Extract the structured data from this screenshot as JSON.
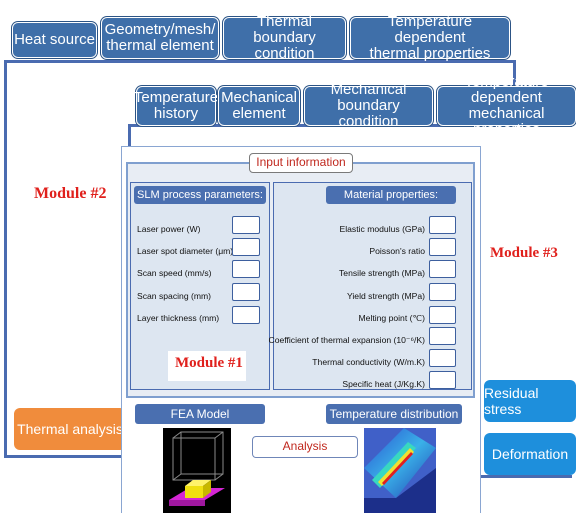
{
  "colors": {
    "tab_blue": "#3f6fa9",
    "frame_blue": "#4a6bb0",
    "thermal_orange": "#f08c3c",
    "output_blue": "#1e8fdc",
    "module_red": "#e0201c",
    "input_title_red": "#c0281e"
  },
  "module2": {
    "label": "Module #2",
    "tabs": [
      "Heat source",
      "Geometry/mesh/\nthermal element",
      "Thermal boundary\ncondition",
      "Temperature dependent\nthermal properties"
    ],
    "analysis_button": "Thermal analysis"
  },
  "module3": {
    "label": "Module #3",
    "tabs": [
      "Temperature\nhistory",
      "Mechanical\nelement",
      "Mechanical boundary\ncondition",
      "Temperature dependent\nmechanical properties"
    ],
    "outputs": [
      "Residual stress",
      "Deformation"
    ]
  },
  "module1": {
    "label": "Module #1",
    "input_title": "Input information",
    "slm": {
      "title": "SLM process parameters:",
      "params": [
        "Laser power (W)",
        "Laser spot diameter (μm)",
        "Scan speed (mm/s)",
        "Scan spacing (mm)",
        "Layer thickness (mm)"
      ]
    },
    "material": {
      "title": "Material properties:",
      "params": [
        "Elastic modulus (GPa)",
        "Poisson's ratio",
        "Tensile strength (MPa)",
        "Yield strength (MPa)",
        "Melting point (℃)",
        "Coefficient of thermal expansion (10⁻⁶/K)",
        "Thermal conductivity (W/m.K)",
        "Specific heat (J/Kg.K)"
      ]
    },
    "fea_model": "FEA Model",
    "temperature_distribution": "Temperature distribution",
    "analysis": "Analysis"
  }
}
